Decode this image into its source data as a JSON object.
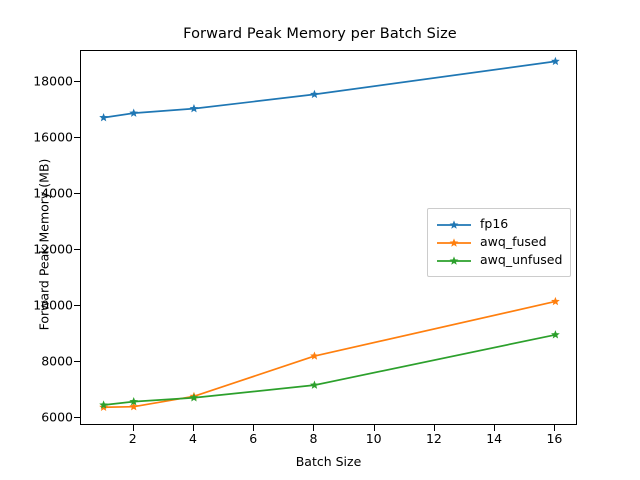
{
  "chart_data": {
    "type": "line",
    "title": "Forward Peak Memory per Batch Size",
    "xlabel": "Batch Size",
    "ylabel": "Forward Peak Memory (MB)",
    "x": [
      1,
      2,
      4,
      8,
      16
    ],
    "xlim": [
      0.25,
      16.75
    ],
    "ylim": [
      5700,
      19100
    ],
    "xticks": [
      2,
      4,
      6,
      8,
      10,
      12,
      14,
      16
    ],
    "xtick_labels": [
      "2",
      "4",
      "6",
      "8",
      "10",
      "12",
      "14",
      "16"
    ],
    "yticks": [
      6000,
      8000,
      10000,
      12000,
      14000,
      16000,
      18000
    ],
    "ytick_labels": [
      "6000",
      "8000",
      "10000",
      "12000",
      "14000",
      "16000",
      "18000"
    ],
    "grid": false,
    "legend_position": "center right",
    "marker": "star",
    "series": [
      {
        "name": "fp16",
        "color": "#1f77b4",
        "values": [
          16720,
          16880,
          17040,
          17550,
          18730
        ]
      },
      {
        "name": "awq_fused",
        "color": "#ff7f0e",
        "values": [
          6370,
          6390,
          6760,
          8200,
          10150
        ]
      },
      {
        "name": "awq_unfused",
        "color": "#2ca02c",
        "values": [
          6450,
          6570,
          6710,
          7160,
          8960
        ]
      }
    ]
  }
}
